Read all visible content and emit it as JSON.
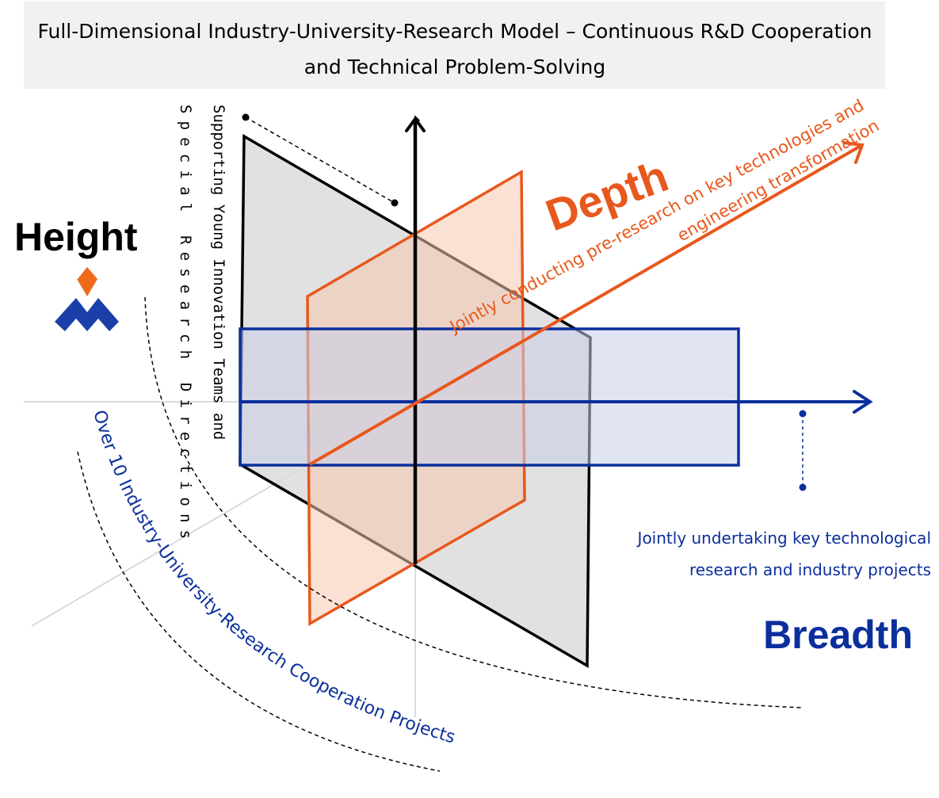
{
  "title": {
    "line1": "Full-Dimensional Industry-University-Research Model – Continuous R&D Cooperation",
    "line2": "and Technical Problem-Solving"
  },
  "height": {
    "label": "Height",
    "vertical_line1": "Supporting Young Innovation Teams and",
    "vertical_line2": "Special Research Directions"
  },
  "depth": {
    "label": "Depth",
    "desc_line1": "Jointly conducting pre-research on key technologies and",
    "desc_line2": "engineering transformation"
  },
  "breadth": {
    "label": "Breadth",
    "desc_line1": "Jointly undertaking key technological",
    "desc_line2": "research and industry projects"
  },
  "arc": {
    "label": "Over 10 Industry-University-Research Cooperation Projects"
  },
  "logo": {
    "icon": "company-logo-icon"
  },
  "colors": {
    "orange": "#E8581C",
    "blue": "#0B2F9C",
    "black": "#000000",
    "gray_plane": "#DCDCDC",
    "title_bg": "#F1F1F1"
  }
}
